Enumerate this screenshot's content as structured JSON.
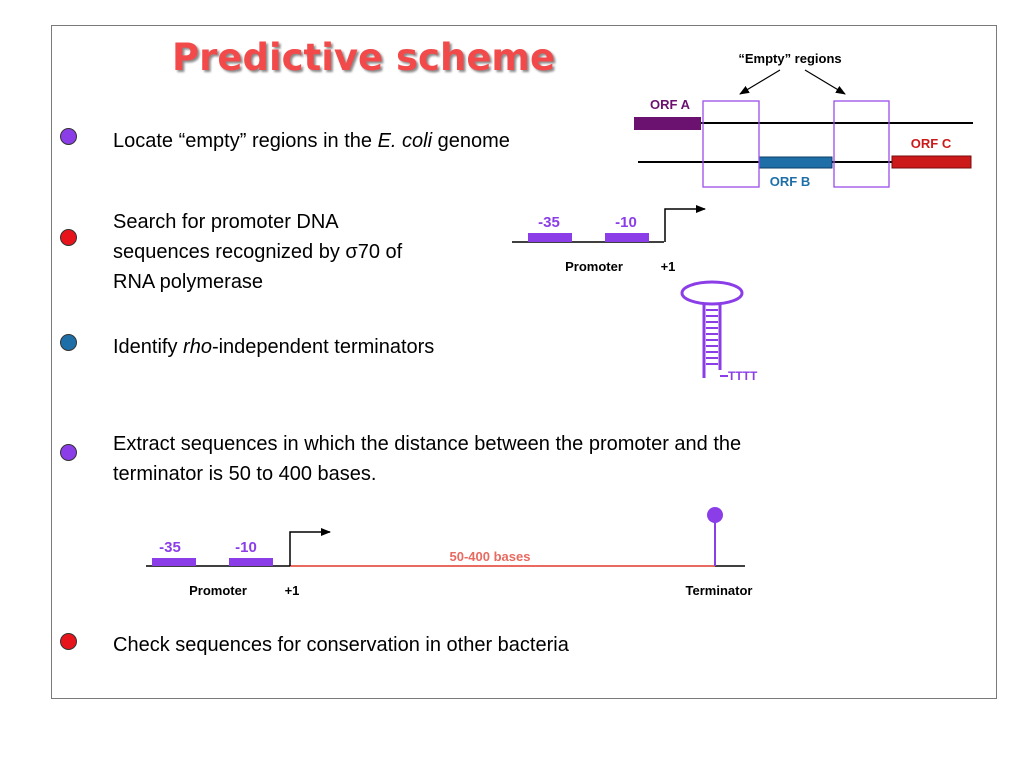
{
  "title": "Predictive scheme",
  "colors": {
    "title": "#f24a4a",
    "purple_bullet": "#8b3ee8",
    "red_bullet": "#e8141c",
    "blue_bullet": "#1e6fa8",
    "promoter_box": "#8b3ee8",
    "orf_a": "#6b1170",
    "orf_b": "#1e6fa8",
    "orf_c": "#cc1a1a",
    "range_line": "#e86a60"
  },
  "bullets": [
    {
      "color": "purple",
      "pre": "Locate “empty” regions in the ",
      "italic": "E. coli",
      "post": " genome"
    },
    {
      "color": "red",
      "lines": [
        "Search for promoter DNA",
        "sequences recognized by σ70 of",
        "RNA polymerase"
      ]
    },
    {
      "color": "blue",
      "pre": "Identify ",
      "italic": "rho",
      "post": "-independent terminators"
    },
    {
      "color": "purple",
      "lines": [
        "Extract sequences in which the distance between the promoter and  the",
        "terminator  is 50 to 400 bases."
      ]
    },
    {
      "color": "red",
      "text": "Check sequences for conservation in other bacteria"
    }
  ],
  "orf_diagram": {
    "empty_label": "“Empty” regions",
    "orf_a": "ORF A",
    "orf_b": "ORF B",
    "orf_c": "ORF C"
  },
  "promoter_diagram": {
    "minus35": "-35",
    "minus10": "-10",
    "promoter": "Promoter",
    "plus1": "+1"
  },
  "terminator_diagram": {
    "tail": "TTTT"
  },
  "distance_diagram": {
    "minus35": "-35",
    "minus10": "-10",
    "promoter": "Promoter",
    "plus1": "+1",
    "range": "50-400 bases",
    "terminator": "Terminator"
  }
}
